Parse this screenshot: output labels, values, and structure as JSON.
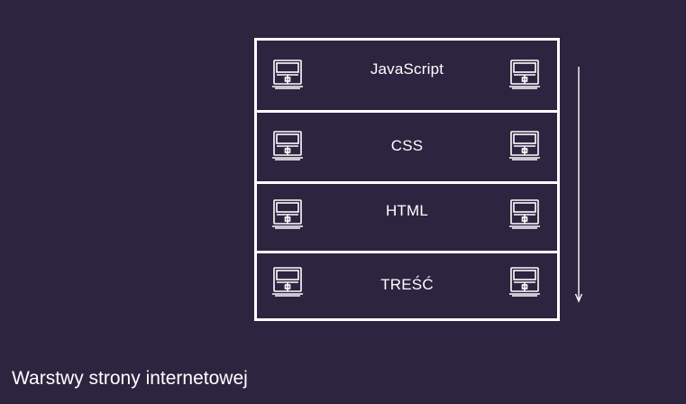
{
  "diagram": {
    "layers": [
      {
        "label": "JavaScript",
        "icon": "computer-icon"
      },
      {
        "label": "CSS",
        "icon": "computer-icon"
      },
      {
        "label": "HTML",
        "icon": "computer-icon"
      },
      {
        "label": "TREŚĆ",
        "icon": "computer-icon"
      }
    ],
    "arrow_direction": "down",
    "caption": "Warstwy strony internetowej"
  },
  "colors": {
    "background": "#2d2440",
    "stroke": "#ffffff",
    "text": "#ffffff"
  }
}
